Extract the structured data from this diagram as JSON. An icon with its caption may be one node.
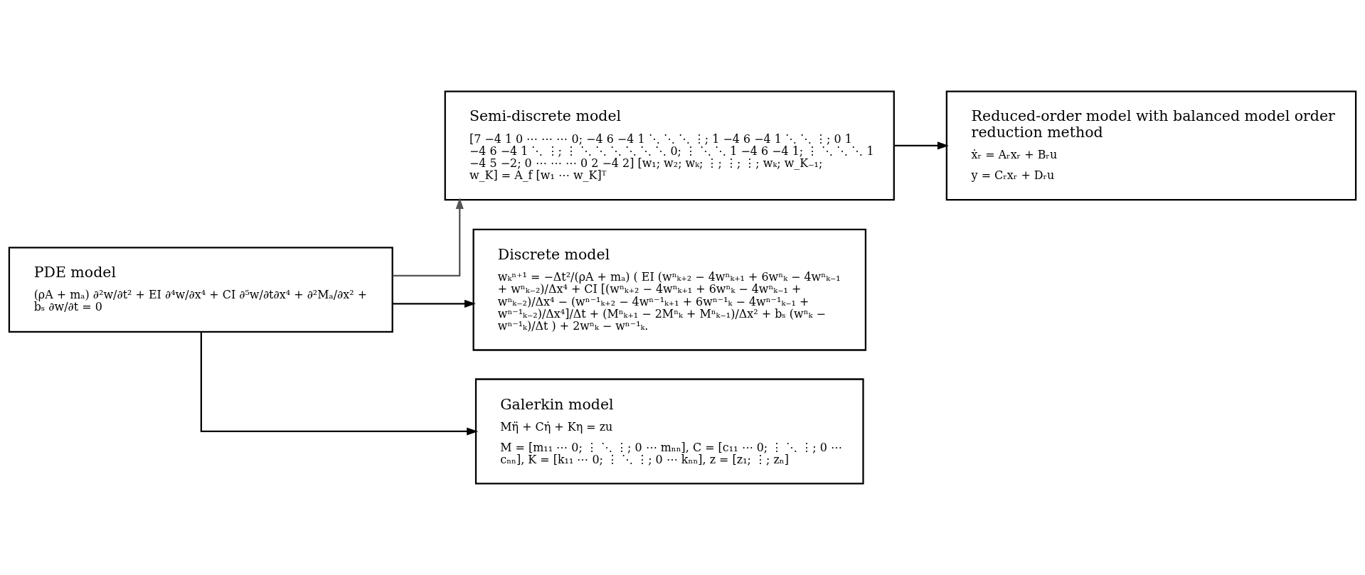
{
  "diagram": {
    "nodes": [
      {
        "text": [
          "PDE model",
          "(ρA + mₐ) ∂²w/∂t² + EI ∂⁴w/∂x⁴ + CI ∂⁵w/∂t∂x⁴ + ∂²Mₐ/∂x² + bₛ ∂w/∂t = 0"
        ]
      },
      {
        "text": [
          "Semi-discrete model",
          "[7 −4 1 0 ⋯ ⋯ ⋯ 0; −4 6 −4 1 ⋱ ⋱ ⋱ ⋮; 1 −4 6 −4 1 ⋱ ⋱ ⋮; 0 1 −4 6 −4 1 ⋱ ⋮; ⋮ ⋱ ⋱ ⋱ ⋱ ⋱ ⋱ 0; ⋮ ⋱ ⋱ 1 −4 6 −4 1; ⋮ ⋱ ⋱ ⋱ 1 −4 5 −2; 0 ⋯ ⋯ ⋯ 0 2 −4 2] [w₁; w₂; wₖ; ⋮; ⋮; ⋮; wₖ; w_K₋₁; w_K] = A_f [w₁ ⋯ w_K]ᵀ"
        ]
      },
      {
        "text": [
          "Reduced-order model with balanced model order reduction method",
          "ẋᵣ = Aᵣxᵣ + Bᵣu",
          "y = Cᵣxᵣ + Dᵣu"
        ]
      },
      {
        "text": [
          "Discrete model",
          "wₖⁿ⁺¹ = −Δt²/(ρA + mₐ) ( EI (wⁿₖ₊₂ − 4wⁿₖ₊₁ + 6wⁿₖ − 4wⁿₖ₋₁ + wⁿₖ₋₂)/Δx⁴ + CI [(wⁿₖ₊₂ − 4wⁿₖ₊₁ + 6wⁿₖ − 4wⁿₖ₋₁ + wⁿₖ₋₂)/Δx⁴ − (wⁿ⁻¹ₖ₊₂ − 4wⁿ⁻¹ₖ₊₁ + 6wⁿ⁻¹ₖ − 4wⁿ⁻¹ₖ₋₁ + wⁿ⁻¹ₖ₋₂)/Δx⁴]/Δt + (Mⁿₖ₊₁ − 2Mⁿₖ + Mⁿₖ₋₁)/Δx² + bₛ (wⁿₖ − wⁿ⁻¹ₖ)/Δt ) + 2wⁿₖ − wⁿ⁻¹ₖ."
        ]
      },
      {
        "text": [
          "Galerkin model",
          "Mη̈ + Cη̇ + Kη = zu",
          "M = [m₁₁ ⋯ 0; ⋮ ⋱ ⋮; 0 ⋯ mₙₙ], C = [c₁₁ ⋯ 0; ⋮ ⋱ ⋮; 0 ⋯ cₙₙ], K = [k₁₁ ⋯ 0; ⋮ ⋱ ⋮; 0 ⋯ kₙₙ], z = [z₁; ⋮; zₙ]"
        ]
      }
    ],
    "edges": [
      {
        "from": 0,
        "to": 1,
        "arrow": "to",
        "color": "#555555"
      },
      {
        "from": 1,
        "to": 2,
        "arrow": "to"
      },
      {
        "from": 0,
        "to": 3,
        "arrow": "to"
      },
      {
        "from": 0,
        "to": 4,
        "arrow": "to"
      }
    ]
  }
}
